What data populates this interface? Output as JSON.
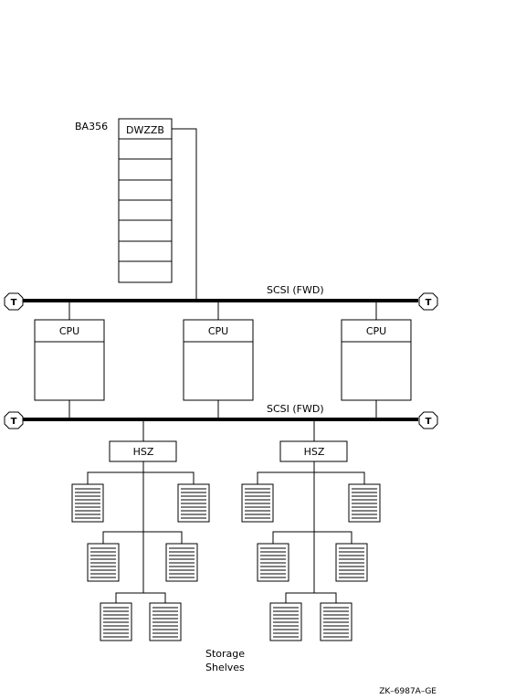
{
  "enclosure": {
    "label": "BA356",
    "module": "DWZZB"
  },
  "bus_top": {
    "label": "SCSI (FWD)",
    "terminator": "T"
  },
  "bus_bottom": {
    "label": "SCSI (FWD)",
    "terminator": "T"
  },
  "cpus": [
    {
      "label": "CPU"
    },
    {
      "label": "CPU"
    },
    {
      "label": "CPU"
    }
  ],
  "controllers": [
    {
      "label": "HSZ"
    },
    {
      "label": "HSZ"
    }
  ],
  "storage": {
    "line1": "Storage",
    "line2": "Shelves"
  },
  "figure_id": "ZK–6987A–GE"
}
